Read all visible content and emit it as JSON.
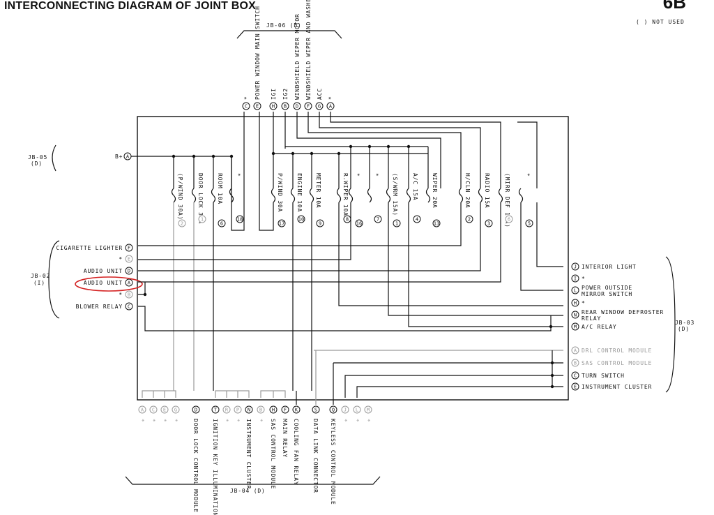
{
  "title": "INTERCONNECTING DIAGRAM OF JOINT BOX",
  "page_code": "6B",
  "legend": "( ) NOT USED",
  "jb06": {
    "label": "JB-06 (D)",
    "terminals": [
      {
        "pin": "C",
        "name": "*"
      },
      {
        "pin": "E",
        "name": "POWER WINDOW MAIN SWITCH"
      },
      {
        "pin": "H",
        "name": "IGI"
      },
      {
        "pin": "B",
        "name": "IG2"
      },
      {
        "pin": "D",
        "name": "WINDSHIELD WIPER MOTOR"
      },
      {
        "pin": "F",
        "name": "WINDSHIELD WIPER AND WASHER SWITCH"
      },
      {
        "pin": "G",
        "name": "ACC"
      },
      {
        "pin": "A",
        "name": "*"
      }
    ]
  },
  "jb05": {
    "label": "JB-05",
    "sub": "(D)",
    "terminal": {
      "pin": "A",
      "name": "B+"
    }
  },
  "jb02": {
    "label": "JB-02",
    "sub": "(I)",
    "terminals": [
      {
        "pin": "F",
        "name": "CIGARETTE LIGHTER"
      },
      {
        "pin": "E",
        "name": "*"
      },
      {
        "pin": "D",
        "name": "AUDIO UNIT"
      },
      {
        "pin": "A",
        "name": "AUDIO UNIT"
      },
      {
        "pin": "B",
        "name": "*"
      },
      {
        "pin": "C",
        "name": "BLOWER RELAY"
      }
    ]
  },
  "jb03": {
    "label": "JB-03",
    "sub": "(D)",
    "terminals": [
      {
        "pin": "J",
        "name": "INTERIOR LIGHT",
        "gray": false
      },
      {
        "pin": "I",
        "name": "*",
        "gray": false
      },
      {
        "pin": "L",
        "name": "POWER OUTSIDE",
        "name2": "MIRROR SWITCH",
        "gray": false
      },
      {
        "pin": "H",
        "name": "*",
        "gray": false
      },
      {
        "pin": "N",
        "name": "REAR WINDOW DEFROSTER",
        "name2": "RELAY",
        "gray": false
      },
      {
        "pin": "M",
        "name": "A/C RELAY",
        "gray": false
      },
      {
        "pin": "A",
        "name": "DRL CONTROL MODULE",
        "gray": true
      },
      {
        "pin": "B",
        "name": "SAS CONTROL MODULE",
        "gray": true
      },
      {
        "pin": "C",
        "name": "TURN SWITCH",
        "gray": false
      },
      {
        "pin": "E",
        "name": "INSTRUMENT CLUSTER",
        "gray": false
      }
    ]
  },
  "fuses": [
    {
      "name": "(P/WIND 30A)",
      "pin": "2"
    },
    {
      "name": "DOOR LOCK 30A",
      "pin": "1"
    },
    {
      "name": "ROOM 10A",
      "pin": "6"
    },
    {
      "name": "*",
      "pin": "18"
    },
    {
      "name": "P/WIND 30A",
      "pin": "17"
    },
    {
      "name": "ENGINE 10A",
      "pin": "10"
    },
    {
      "name": "METER 10A",
      "pin": "9"
    },
    {
      "name": "R.WIPER 10A",
      "pin": "8"
    },
    {
      "name": "*",
      "pin": "16"
    },
    {
      "name": "*",
      "pin": "7"
    },
    {
      "name": "(S/WRM 15A)",
      "pin": "1"
    },
    {
      "name": "A/C 15A",
      "pin": "4"
    },
    {
      "name": "WIPER 20A",
      "pin": "13"
    },
    {
      "name": "H/CLN 20A",
      "pin": "2"
    },
    {
      "name": "RADIO 15A",
      "pin": "3"
    },
    {
      "name": "(MIRR DEF 10A)",
      "pin": "6"
    },
    {
      "name": "*",
      "pin": "5"
    }
  ],
  "jb04": {
    "label": "JB-04 (D)",
    "terminals": [
      {
        "pin": "A",
        "name": "*",
        "gray": true
      },
      {
        "pin": "C",
        "name": "*",
        "gray": true
      },
      {
        "pin": "E",
        "name": "*",
        "gray": true
      },
      {
        "pin": "G",
        "name": "*",
        "gray": true
      },
      {
        "pin": "D",
        "name": "DOOR LOCK CONTROL MODULE",
        "gray": false
      },
      {
        "pin": "T",
        "name": "IGNITION KEY ILLUMINATION",
        "gray": false
      },
      {
        "pin": "R",
        "name": "*",
        "gray": true
      },
      {
        "pin": "P",
        "name": "*",
        "gray": true
      },
      {
        "pin": "N",
        "name": "INSTRUMENT CLUSTER",
        "gray": false
      },
      {
        "pin": "B",
        "name": "*",
        "gray": true
      },
      {
        "pin": "H",
        "name": "SAS CONTROL MODULE",
        "gray": false
      },
      {
        "pin": "F",
        "name": "MAIN RELAY",
        "gray": false
      },
      {
        "pin": "K",
        "name": "COOLING FAN RELAY",
        "gray": false
      },
      {
        "pin": "S",
        "name": "DATA LINK CONNECTOR",
        "gray": false
      },
      {
        "pin": "Q",
        "name": "KEYLESS CONTROL MODULE",
        "gray": false
      },
      {
        "pin": "J",
        "name": "*",
        "gray": true
      },
      {
        "pin": "L",
        "name": "*",
        "gray": true
      },
      {
        "pin": "M",
        "name": "*",
        "gray": true
      }
    ]
  },
  "highlight_color": "#d42020"
}
